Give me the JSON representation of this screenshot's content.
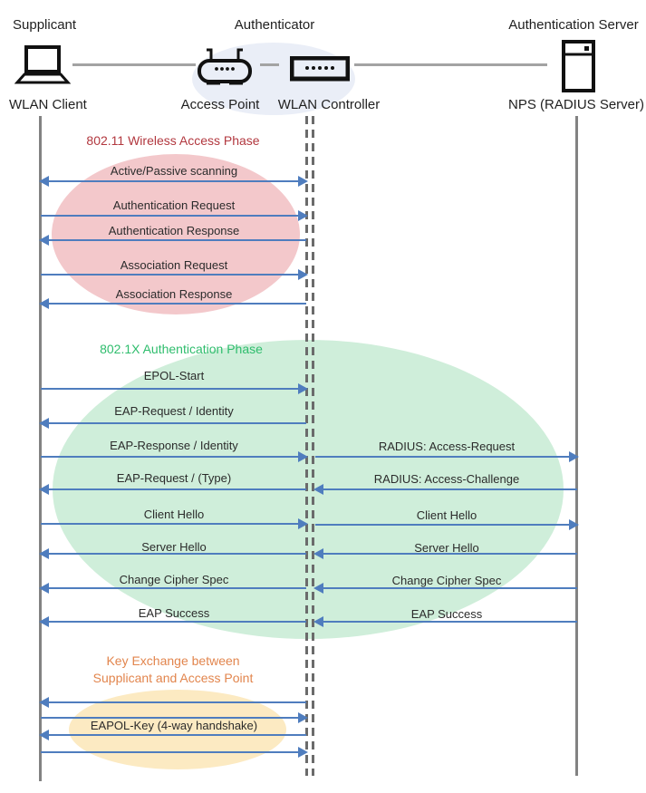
{
  "header": {
    "roles": [
      {
        "id": "supplicant",
        "label": "Supplicant"
      },
      {
        "id": "authenticator",
        "label": "Authenticator"
      },
      {
        "id": "authentication-server",
        "label": "Authentication Server"
      }
    ],
    "devices": [
      {
        "id": "wlan-client",
        "label": "WLAN Client",
        "icon": "laptop-icon"
      },
      {
        "id": "access-point",
        "label": "Access Point",
        "icon": "access-point-icon"
      },
      {
        "id": "wlan-controller",
        "label": "WLAN Controller",
        "icon": "wlan-controller-icon"
      },
      {
        "id": "nps",
        "label": "NPS (RADIUS Server)",
        "icon": "server-icon"
      }
    ]
  },
  "phases": [
    {
      "title": "802.11 Wireless Access Phase",
      "title_color": "#b2383f",
      "fill": "#f3c8cb"
    },
    {
      "title": "802.1X Authentication Phase",
      "title_color": "#2fbd6d",
      "fill": "#cfeeda"
    },
    {
      "title_line1": "Key Exchange between",
      "title_line2": "Supplicant and Access Point",
      "title_color": "#e2854d",
      "fill": "#fceac2"
    }
  ],
  "messages": {
    "phase1": [
      {
        "label": "Active/Passive scanning",
        "direction": "both"
      },
      {
        "label": "Authentication Request",
        "direction": "right"
      },
      {
        "label": "Authentication Response",
        "direction": "left"
      },
      {
        "label": "Association Request",
        "direction": "right"
      },
      {
        "label": "Association Response",
        "direction": "left"
      }
    ],
    "phase2_left": [
      {
        "label": "EPOL-Start",
        "direction": "right"
      },
      {
        "label": "EAP-Request / Identity",
        "direction": "left"
      },
      {
        "label": "EAP-Response / Identity",
        "direction": "right"
      },
      {
        "label": "EAP-Request / (Type)",
        "direction": "left"
      },
      {
        "label": "Client Hello",
        "direction": "right"
      },
      {
        "label": "Server Hello",
        "direction": "left"
      },
      {
        "label": "Change Cipher Spec",
        "direction": "left"
      },
      {
        "label": "EAP Success",
        "direction": "left"
      }
    ],
    "phase2_right": [
      {
        "label": "RADIUS: Access-Request",
        "direction": "right"
      },
      {
        "label": "RADIUS: Access-Challenge",
        "direction": "left"
      },
      {
        "label": "Client Hello",
        "direction": "right"
      },
      {
        "label": "Server Hello",
        "direction": "left"
      },
      {
        "label": "Change Cipher Spec",
        "direction": "left"
      },
      {
        "label": "EAP Success",
        "direction": "left"
      }
    ],
    "phase3": [
      {
        "label": "",
        "direction": "left"
      },
      {
        "label": "",
        "direction": "right"
      },
      {
        "label": "EAPOL-Key (4-way handshake)",
        "direction": "left"
      },
      {
        "label": "",
        "direction": "right"
      }
    ]
  },
  "colors": {
    "arrow": "#4f7dbe",
    "lifeline": "#828282",
    "dashed_lifeline": "#6b6b6b",
    "text": "#2b2b2b",
    "authenticator_halo": "#eaeef7",
    "connector": "#a3a3a3",
    "icon_stroke": "#111111"
  }
}
